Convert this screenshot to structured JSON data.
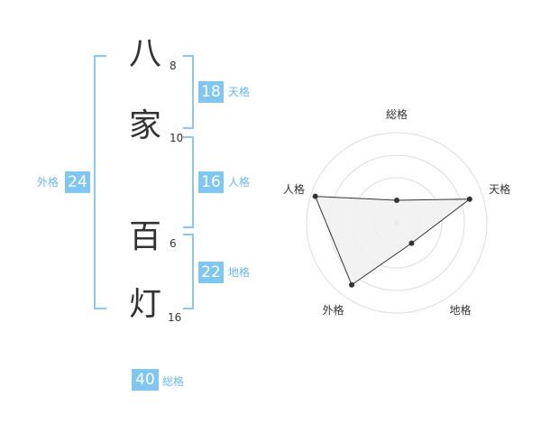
{
  "name_chars": [
    {
      "char": "八",
      "strokes": "8"
    },
    {
      "char": "家",
      "strokes": "10"
    },
    {
      "char": "百",
      "strokes": "6"
    },
    {
      "char": "灯",
      "strokes": "16"
    }
  ],
  "fortunes": {
    "tenkaku": {
      "value": "18",
      "label": "天格"
    },
    "jinkaku": {
      "value": "16",
      "label": "人格"
    },
    "chikaku": {
      "value": "22",
      "label": "地格"
    },
    "gaikaku": {
      "value": "24",
      "label": "外格"
    },
    "soukaku": {
      "value": "40",
      "label": "総格"
    }
  },
  "chart_data": {
    "type": "radar",
    "axes": [
      "総格",
      "天格",
      "地格",
      "外格",
      "人格"
    ],
    "values": [
      0.25,
      0.85,
      0.28,
      0.85,
      0.95
    ],
    "rings": 4,
    "fill_color": "#f0f0f0",
    "line_color": "#333333"
  }
}
